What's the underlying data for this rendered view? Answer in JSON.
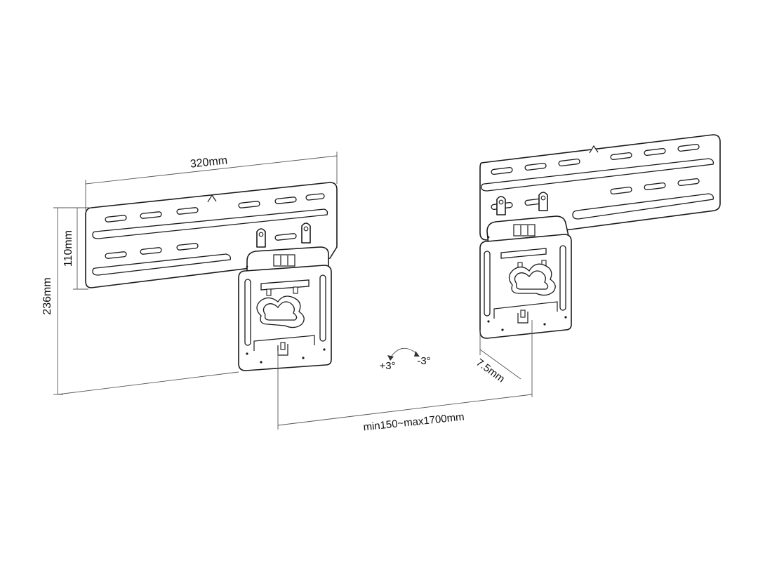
{
  "labels": {
    "width": "320mm",
    "height_inner": "110mm",
    "height_total": "236mm",
    "depth": "7.5mm",
    "distance": "min150~max1700mm",
    "tilt_plus": "+3°",
    "tilt_minus": "-3°"
  },
  "colors": {
    "line": "#1a1a1a",
    "dimension": "#555555",
    "background": "#ffffff"
  }
}
